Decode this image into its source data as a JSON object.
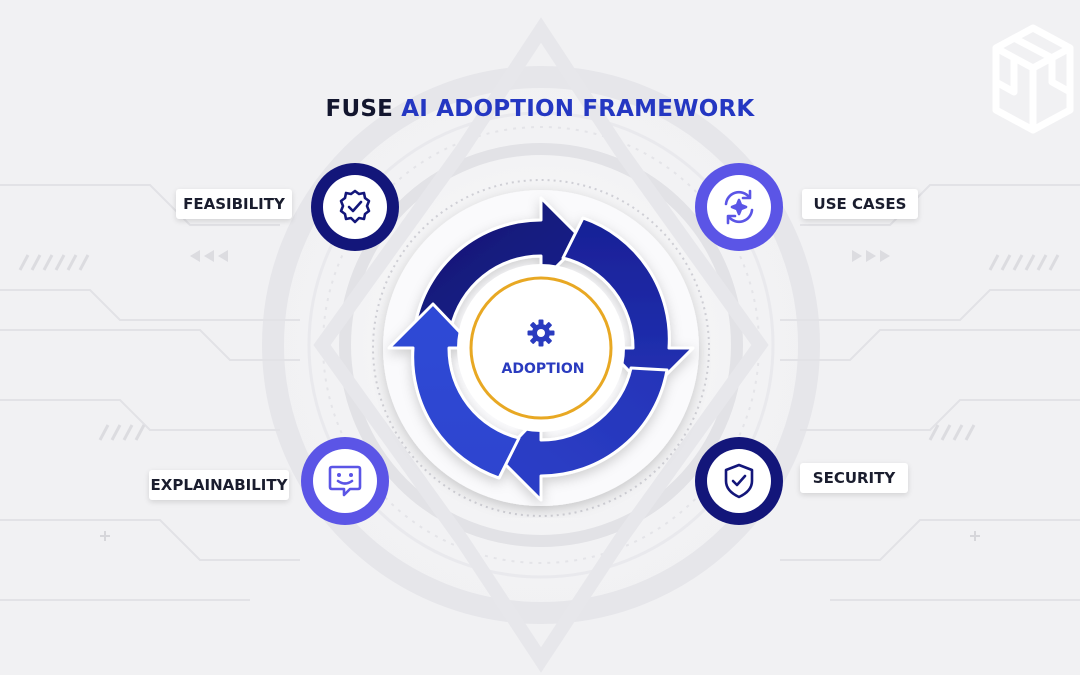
{
  "title": {
    "prefix": "FUSE",
    "highlight": "AI ADOPTION FRAMEWORK"
  },
  "center": {
    "label": "ADOPTION",
    "icon": "gear-icon"
  },
  "nodes": [
    {
      "id": "feasibility",
      "label": "FEASIBILITY",
      "icon": "verified-badge-icon"
    },
    {
      "id": "use_cases",
      "label": "USE CASES",
      "icon": "refresh-sparkle-icon"
    },
    {
      "id": "explainability",
      "label": "EXPLAINABILITY",
      "icon": "chat-smiley-icon"
    },
    {
      "id": "security",
      "label": "SECURITY",
      "icon": "shield-check-icon"
    }
  ],
  "logo": "cube-logo",
  "colors": {
    "navy": "#13167a",
    "blue": "#2a3bbf",
    "violet": "#5b55e6",
    "gold": "#e8a823",
    "background": "#f1f1f3"
  }
}
